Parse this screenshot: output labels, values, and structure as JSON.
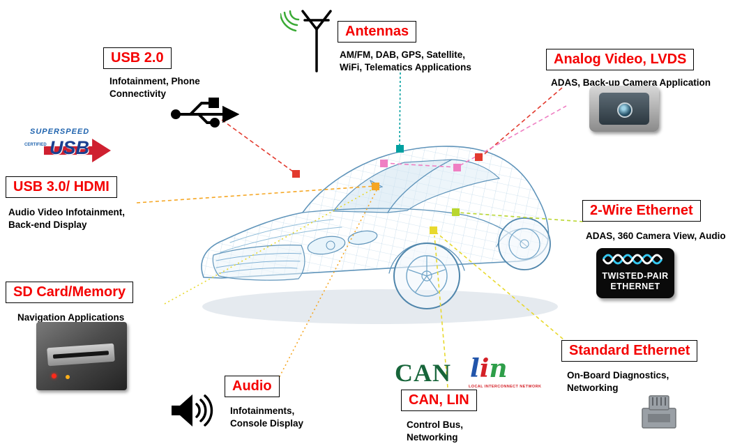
{
  "callouts": {
    "usb2": {
      "title": "USB 2.0",
      "description": "Infotainment, Phone\nConnectivity"
    },
    "antennas": {
      "title": "Antennas",
      "description": "AM/FM, DAB, GPS, Satellite,\nWiFi, Telematics Applications"
    },
    "analog_video": {
      "title": "Analog Video, LVDS",
      "description": "ADAS, Back-up Camera Application"
    },
    "usb3_hdmi": {
      "title": "USB 3.0/ HDMI",
      "description": "Audio Video Infotainment,\nBack-end Display"
    },
    "two_wire_ethernet": {
      "title": "2-Wire Ethernet",
      "description": "ADAS, 360 Camera View, Audio"
    },
    "sd_card": {
      "title": "SD Card/Memory",
      "description": "Navigation Applications"
    },
    "standard_ethernet": {
      "title": "Standard Ethernet",
      "description": "On-Board Diagnostics,\nNetworking"
    },
    "audio": {
      "title": "Audio",
      "description": "Infotainments,\nConsole Display"
    },
    "can_lin": {
      "title": "CAN, LIN",
      "description": "Control Bus,\nNetworking"
    }
  },
  "logos": {
    "superspeed_usb": {
      "superspeed": "SUPERSPEED",
      "certified": "CERTIFIED",
      "usb": "USB"
    },
    "twisted_pair_ethernet": {
      "line1": "TWISTED-PAIR",
      "line2": "ETHERNET"
    },
    "can": "CAN",
    "lin_letters": [
      "l",
      "i",
      "n"
    ],
    "lin_subtext": "LOCAL INTERCONNECT NETWORK"
  },
  "marker_colors": {
    "teal": "#00a0a0",
    "pink": "#ef7fc3",
    "red": "#e23a2e",
    "orange": "#f5a623",
    "yellow_green": "#b9d62f",
    "yellow": "#e8d92e"
  },
  "colors": {
    "label_text": "#f40000",
    "label_border": "#000000",
    "car_wireframe": "#5f94ba"
  }
}
